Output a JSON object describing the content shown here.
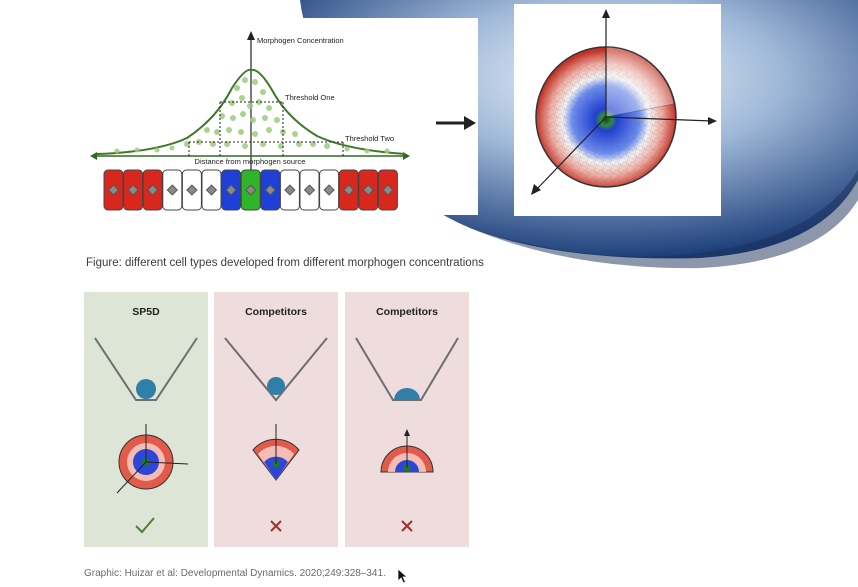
{
  "left_figure": {
    "y_axis_label": "Morphogen Concentration",
    "threshold_one": "Threshold One",
    "threshold_two": "Threshold Two",
    "x_axis_label": "Distance from morphogen source",
    "cell_colors": [
      "#d8281e",
      "#d8281e",
      "#d8281e",
      "#ffffff",
      "#ffffff",
      "#ffffff",
      "#1f3fd6",
      "#2fb52a",
      "#1f3fd6",
      "#ffffff",
      "#ffffff",
      "#ffffff",
      "#d8281e",
      "#d8281e",
      "#d8281e"
    ]
  },
  "caption": "Figure: different cell types developed from different morphogen concentrations",
  "comparison": {
    "columns": [
      {
        "title": "SP5D",
        "result_icon": "check-icon",
        "result_color": "#4f7f3a"
      },
      {
        "title": "Competitors",
        "result_icon": "cross-icon",
        "result_color": "#a0302a"
      },
      {
        "title": "Competitors",
        "result_icon": "cross-icon",
        "result_color": "#a0302a"
      }
    ]
  },
  "credit": "Graphic: Huizar et al: Developmental Dynamics. 2020;249:328–341.",
  "colors": {
    "green_panel": "#dde6d6",
    "red_panel": "#efdcdc",
    "ball": "#2f7fa8",
    "cone": "#6e6e6e"
  }
}
